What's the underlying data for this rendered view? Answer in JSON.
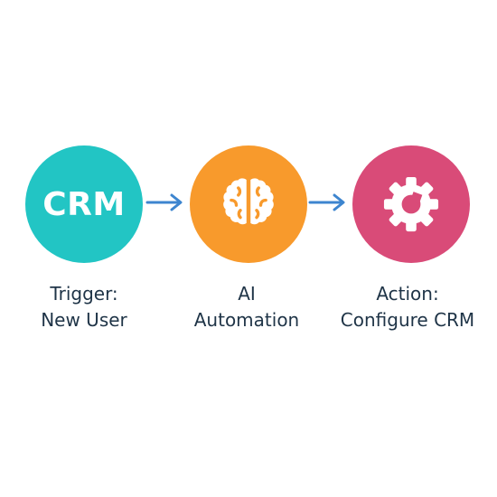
{
  "diagram": {
    "nodes": [
      {
        "id": "trigger",
        "icon_text": "CRM",
        "label_line1": "Trigger:",
        "label_line2": "New User",
        "color": "#22c5c4"
      },
      {
        "id": "ai",
        "icon": "brain-icon",
        "label_line1": "AI",
        "label_line2": "Automation",
        "color": "#f89a2c"
      },
      {
        "id": "action",
        "icon": "gear-icon",
        "label_line1": "Action:",
        "label_line2": "Configure CRM",
        "color": "#d94b78"
      }
    ],
    "arrows": [
      {
        "from": "trigger",
        "to": "ai",
        "color": "#3d85cf"
      },
      {
        "from": "ai",
        "to": "action",
        "color": "#3d85cf"
      }
    ]
  }
}
